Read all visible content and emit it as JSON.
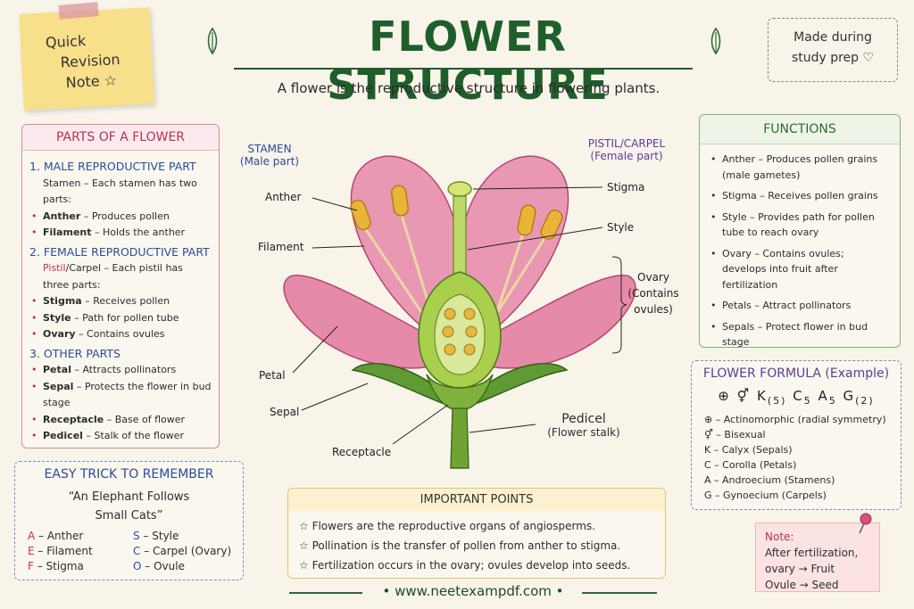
{
  "sticky": {
    "line1": "Quick",
    "line2": "Revision",
    "line3": "Note ☆"
  },
  "title": "FLOWER STRUCTURE",
  "subtitle": "A flower is the reproductive structure in flowering plants.",
  "made": {
    "line1": "Made during",
    "line2": "study prep ♡"
  },
  "parts": {
    "heading": "PARTS OF A FLOWER",
    "male": {
      "title": "1. MALE REPRODUCTIVE PART",
      "intro": "Stamen – Each stamen has two parts:",
      "items": [
        {
          "name": "Anther",
          "desc": " –  Produces pollen"
        },
        {
          "name": "Filament",
          "desc": " – Holds the anther"
        }
      ]
    },
    "female": {
      "title": "2. FEMALE REPRODUCTIVE PART",
      "intro_highlight": "Pistil",
      "intro_rest": "/Carpel – Each pistil has three parts:",
      "items": [
        {
          "name": "Stigma",
          "desc": " – Receives pollen"
        },
        {
          "name": "Style",
          "desc": " – Path for pollen tube"
        },
        {
          "name": "Ovary",
          "desc": " – Contains ovules"
        }
      ]
    },
    "other": {
      "title": "3. OTHER PARTS",
      "items": [
        {
          "name": "Petal",
          "desc": " – Attracts pollinators"
        },
        {
          "name": "Sepal",
          "desc": " – Protects the flower in bud stage"
        },
        {
          "name": "Receptacle",
          "desc": " – Base of flower"
        },
        {
          "name": "Pedicel",
          "desc": " – Stalk of the flower"
        }
      ]
    }
  },
  "trick": {
    "heading": "EASY TRICK TO REMEMBER",
    "quote1": "“An Elephant Follows",
    "quote2": "Small Cats”",
    "items": [
      {
        "letter": "A",
        "text": " – Anther"
      },
      {
        "letter": "S",
        "text": " – Style"
      },
      {
        "letter": "E",
        "text": " – Filament"
      },
      {
        "letter": "C",
        "text": " – Carpel (Ovary)"
      },
      {
        "letter": "F",
        "text": " – Stigma"
      },
      {
        "letter": "O",
        "text": " – Ovule"
      }
    ]
  },
  "diagram": {
    "stamen": "STAMEN",
    "stamen_sub": "(Male part)",
    "pistil": "PISTIL/CARPEL",
    "pistil_sub": "(Female part)",
    "anther": "Anther",
    "filament": "Filament",
    "petal": "Petal",
    "sepal": "Sepal",
    "receptacle": "Receptacle",
    "stigma": "Stigma",
    "style": "Style",
    "ovary": "Ovary",
    "ovary_sub1": "(Contains",
    "ovary_sub2": "ovules)",
    "pedicel": "Pedicel",
    "pedicel_sub": "(Flower stalk)"
  },
  "functions": {
    "heading": "FUNCTIONS",
    "items": [
      "Anther – Produces pollen grains (male gametes)",
      "Stigma – Receives pollen grains",
      "Style – Provides path for pollen tube to reach ovary",
      "Ovary – Contains ovules; develops into fruit after fertilization",
      "Petals – Attract pollinators",
      "Sepals – Protect flower in bud stage"
    ]
  },
  "formula": {
    "heading": "FLOWER FORMULA (Example)",
    "sym_actino": "⊕",
    "sym_bisexual": "⚥",
    "k": "K",
    "k_sub": "(5)",
    "c": "C",
    "c_sub": "5",
    "a": "A",
    "a_sub": "5",
    "g": "G",
    "g_sub": "(2)",
    "legend": [
      "⊕ – Actinomorphic (radial symmetry)",
      "⚥ – Bisexual",
      "K – Calyx (Sepals)",
      "C – Corolla (Petals)",
      "A – Androecium (Stamens)",
      "G – Gynoecium (Carpels)"
    ]
  },
  "important": {
    "heading": "IMPORTANT POINTS",
    "items": [
      "☆  Flowers are the reproductive organs of angiosperms.",
      "☆  Pollination is the transfer of pollen from anther to stigma.",
      "☆  Fertilization occurs in the ovary; ovules develop into seeds."
    ]
  },
  "note": {
    "title": "Note:",
    "line1": "After fertilization,",
    "line2": "ovary → Fruit",
    "line3": "Ovule → Seed"
  },
  "footer": "• www.neetexampdf.com •"
}
